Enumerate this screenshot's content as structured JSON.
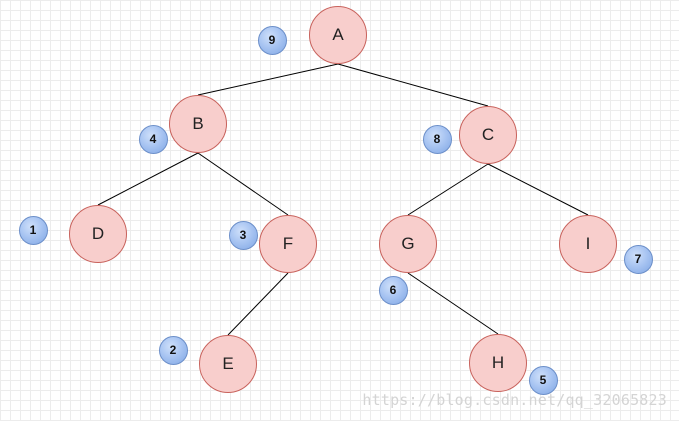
{
  "tree": {
    "nodes": [
      {
        "id": "A",
        "label": "A"
      },
      {
        "id": "B",
        "label": "B"
      },
      {
        "id": "C",
        "label": "C"
      },
      {
        "id": "D",
        "label": "D"
      },
      {
        "id": "F",
        "label": "F"
      },
      {
        "id": "G",
        "label": "G"
      },
      {
        "id": "I",
        "label": "I"
      },
      {
        "id": "E",
        "label": "E"
      },
      {
        "id": "H",
        "label": "H"
      }
    ],
    "edges": [
      {
        "from": "A",
        "to": "B"
      },
      {
        "from": "A",
        "to": "C"
      },
      {
        "from": "B",
        "to": "D"
      },
      {
        "from": "B",
        "to": "F"
      },
      {
        "from": "F",
        "to": "E"
      },
      {
        "from": "C",
        "to": "G"
      },
      {
        "from": "C",
        "to": "I"
      },
      {
        "from": "G",
        "to": "H"
      }
    ],
    "order_badges": [
      {
        "node": "D",
        "label": "1"
      },
      {
        "node": "E",
        "label": "2"
      },
      {
        "node": "F",
        "label": "3"
      },
      {
        "node": "B",
        "label": "4"
      },
      {
        "node": "H",
        "label": "5"
      },
      {
        "node": "G",
        "label": "6"
      },
      {
        "node": "I",
        "label": "7"
      },
      {
        "node": "C",
        "label": "8"
      },
      {
        "node": "A",
        "label": "9"
      }
    ]
  },
  "watermark": "https://blog.csdn.net/qq_32065823",
  "colors": {
    "node_fill": "#f8cecc",
    "node_stroke": "#c8625c",
    "badge_fill": "#a9c5f2",
    "edge": "#000000"
  }
}
